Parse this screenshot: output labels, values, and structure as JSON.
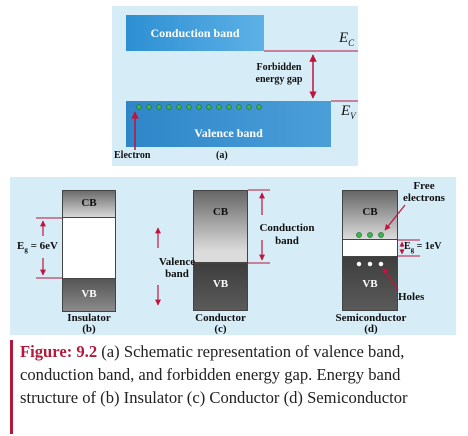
{
  "panel_a": {
    "conduction_band": "Conduction band",
    "valence_band": "Valence band",
    "forbidden_gap_line1": "Forbidden",
    "forbidden_gap_line2": "energy gap",
    "ec_main": "E",
    "ec_sub": "C",
    "ev_main": "E",
    "ev_sub": "V",
    "electron_label": "Electron",
    "sublabel": "(a)"
  },
  "panel_b": {
    "cb": "CB",
    "vb": "VB",
    "eg_main": "E",
    "eg_sub": "g",
    "eg_value": " = 6eV",
    "name": "Insulator",
    "sublabel": "(b)"
  },
  "panel_c": {
    "cb": "CB",
    "vb": "VB",
    "conduction_line1": "Conduction",
    "conduction_line2": "band",
    "valence_line1": "Valence",
    "valence_line2": "band",
    "name": "Conductor",
    "sublabel": "(c)"
  },
  "panel_d": {
    "cb": "CB",
    "vb": "VB",
    "free_line1": "Free",
    "free_line2": "electrons",
    "eg_main": "E",
    "eg_sub": "g",
    "eg_value": " = 1eV",
    "holes": "Holes",
    "name": "Semiconductor",
    "sublabel": "(d)"
  },
  "caption": {
    "figure": "Figure: 9.2",
    "text": " (a) Schematic representation of valence band, conduction band, and forbidden energy gap. Energy band structure of (b) Insulator (c) Conductor (d) Semiconductor"
  },
  "colors": {
    "accent": "#b11a3b",
    "band_blue": "#2d8fd2",
    "electron_green": "#3fb34f",
    "panel_bg": "#d6ecf7"
  }
}
